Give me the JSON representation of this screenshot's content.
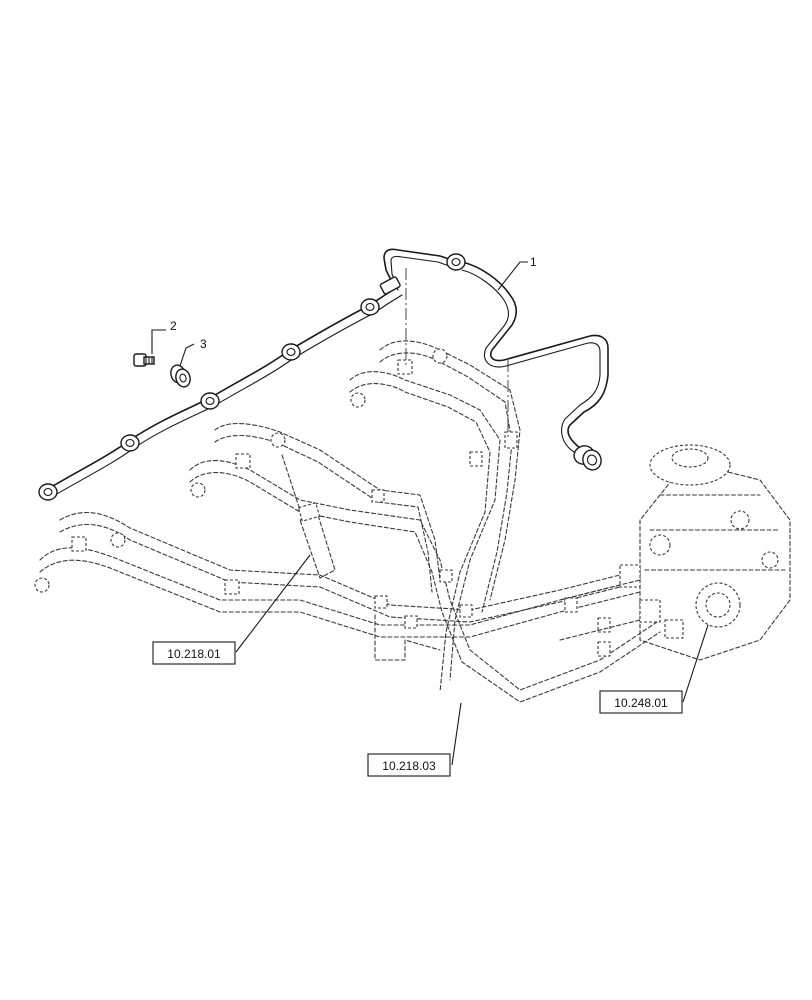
{
  "callouts": {
    "item_1": "1",
    "item_2": "2",
    "item_3": "3"
  },
  "references": {
    "injector": "10.218.01",
    "injection_lines": "10.218.03",
    "injection_pump": "10.248.01"
  },
  "colors": {
    "line": "#1a1a1a",
    "background": "#ffffff"
  }
}
